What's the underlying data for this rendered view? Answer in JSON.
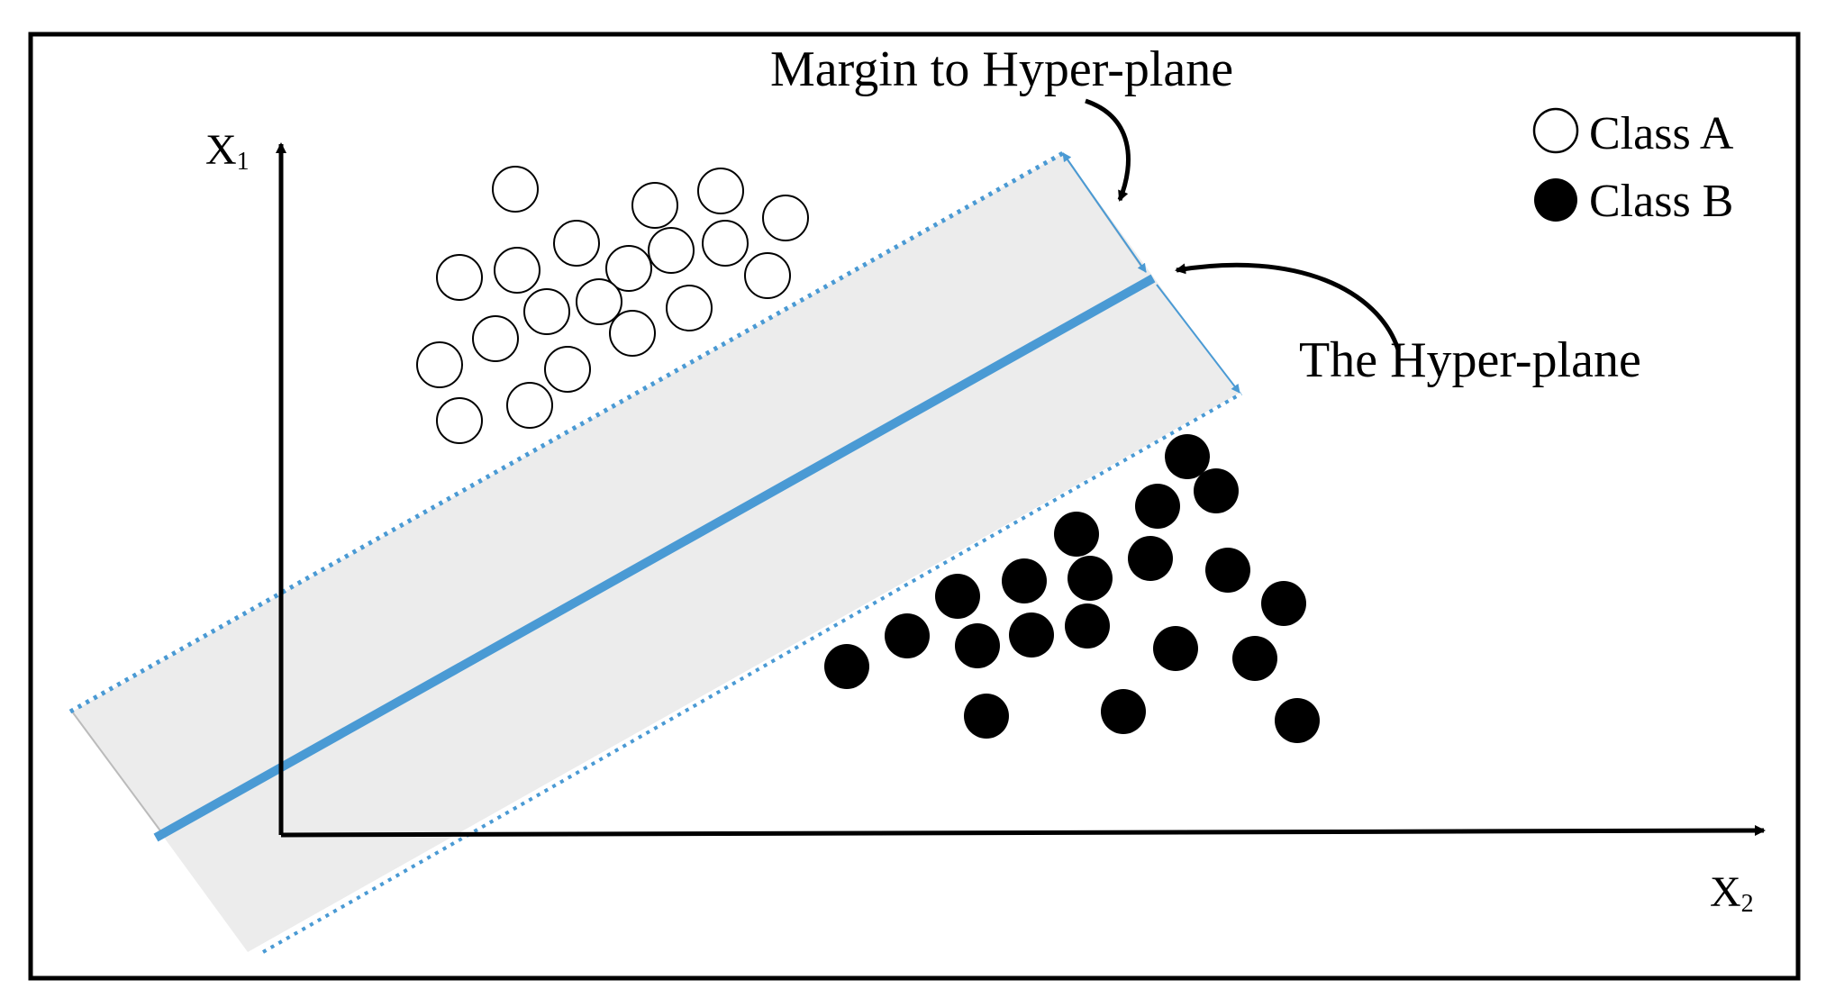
{
  "annotations": {
    "margin_label": "Margin to Hyper-plane",
    "hyperplane_label": "The Hyper-plane"
  },
  "axes": {
    "x1_label": "X",
    "x1_sub": "1",
    "x2_label": "X",
    "x2_sub": "2"
  },
  "legend": {
    "class_a": "Class A",
    "class_b": "Class B"
  },
  "colors": {
    "hyperplane": "#4a9ad4",
    "margin_band": "#ececec",
    "class_a_fill": "#ffffff",
    "class_b_fill": "#000000",
    "outline": "#000000"
  },
  "icons": {
    "class_a_marker": "hollow-circle-icon",
    "class_b_marker": "filled-circle-icon"
  }
}
